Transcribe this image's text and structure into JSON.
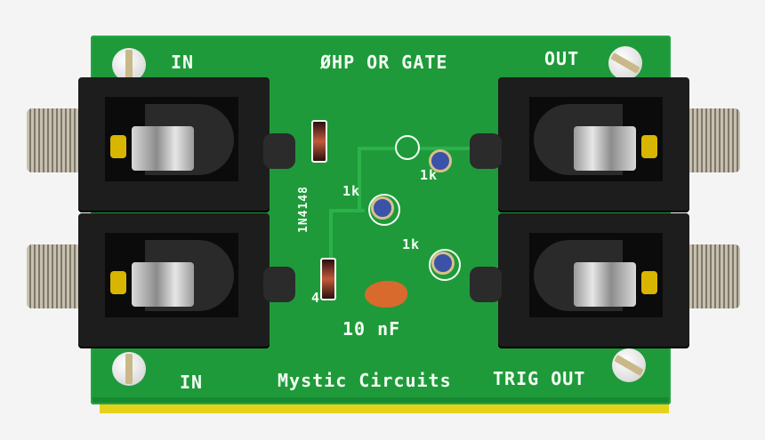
{
  "image": {
    "subject": "Eurorack passive multiple / gate-to-trigger PCB",
    "board_color": "#1f9a3a",
    "silkscreen_color": "#f4fff4"
  },
  "labels": {
    "top_left": "IN",
    "top_center": "ØHP OR GATE",
    "top_right": "OUT",
    "bottom_left": "IN",
    "bottom_center": "Mystic Circuits",
    "bottom_right": "TRIG OUT",
    "diode_part": "1N4148",
    "diode_ref": "4",
    "resistor_1": "1k",
    "resistor_2": "1k",
    "resistor_3": "1k",
    "capacitor": "10 nF"
  },
  "components": {
    "jacks": [
      "top-left jack",
      "bottom-left jack",
      "top-right jack",
      "bottom-right jack"
    ],
    "screws": 4,
    "resistors": 3,
    "diodes": 2,
    "capacitors": 1
  }
}
